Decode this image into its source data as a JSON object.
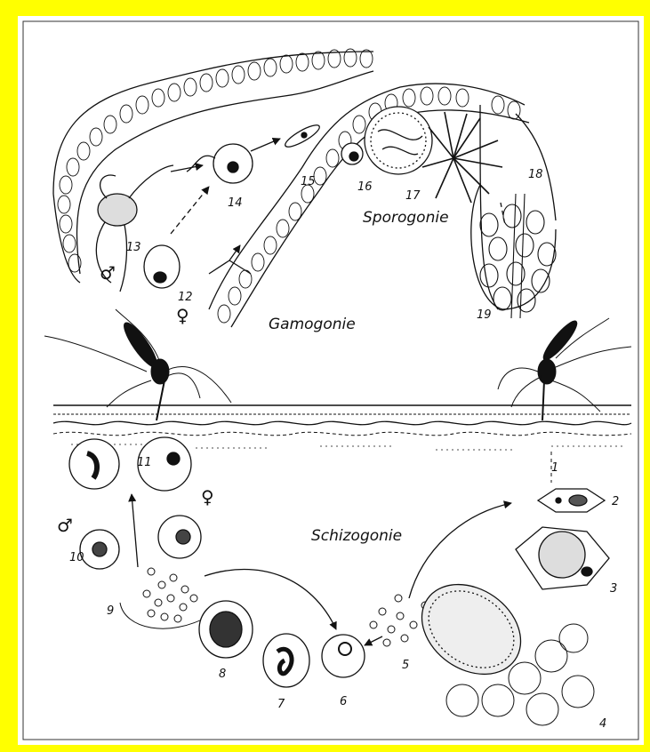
{
  "stages": {
    "gamogony": "Gamogonie",
    "sporogony": "Sporogonie",
    "schizogony": "Schizogonie"
  },
  "numbers": [
    "1",
    "2",
    "3",
    "4",
    "5",
    "6",
    "7",
    "8",
    "9",
    "10",
    "11",
    "12",
    "13",
    "14",
    "15",
    "16",
    "17",
    "18",
    "19"
  ],
  "symbols": {
    "male": "♂",
    "female": "♀"
  },
  "colors": {
    "border": "#ffff00",
    "ink": "#111111",
    "paper": "#ffffff"
  }
}
